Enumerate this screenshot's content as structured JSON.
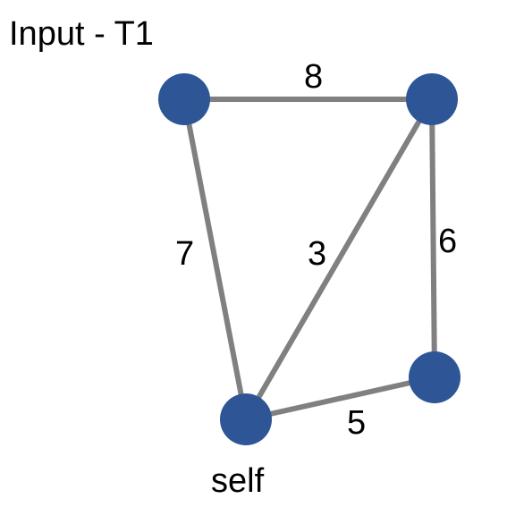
{
  "title": "Input - T1",
  "nodes": [
    {
      "id": "top-left",
      "label": ""
    },
    {
      "id": "top-right",
      "label": ""
    },
    {
      "id": "bottom-right",
      "label": ""
    },
    {
      "id": "self",
      "label": "self"
    }
  ],
  "edges": [
    {
      "from": "top-left",
      "to": "top-right",
      "weight": "8"
    },
    {
      "from": "top-left",
      "to": "self",
      "weight": "7"
    },
    {
      "from": "top-right",
      "to": "self",
      "weight": "3"
    },
    {
      "from": "top-right",
      "to": "bottom-right",
      "weight": "6"
    },
    {
      "from": "self",
      "to": "bottom-right",
      "weight": "5"
    }
  ],
  "colors": {
    "node": "#2e5596",
    "edge": "#808080",
    "text": "#000000"
  }
}
